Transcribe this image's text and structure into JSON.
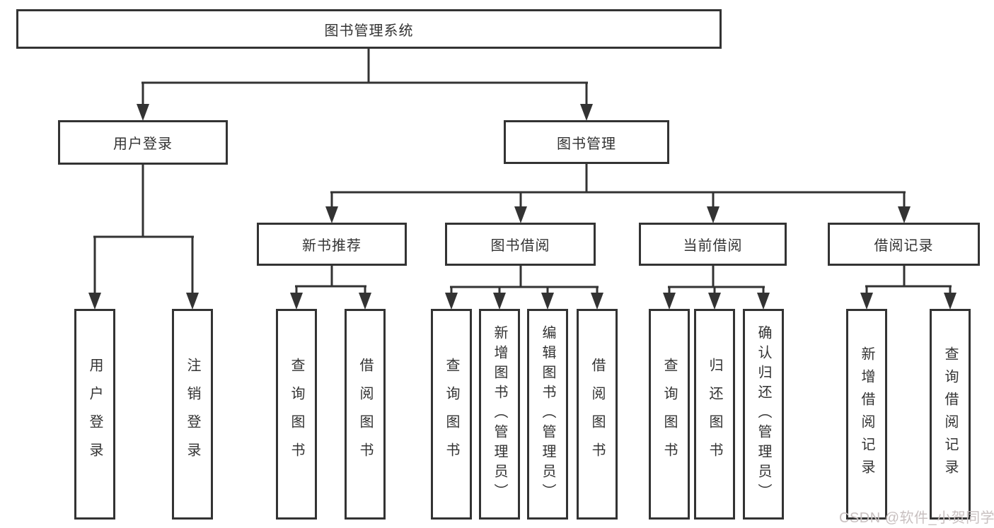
{
  "diagram": {
    "nodes": {
      "root": "图书管理系统",
      "user_login": "用户登录",
      "book_management": "图书管理",
      "new_book_rec": "新书推荐",
      "book_borrow": "图书借阅",
      "current_borrow": "当前借阅",
      "borrow_record": "借阅记录"
    },
    "leaves": {
      "login": "用户登录",
      "logout": "注销登录",
      "rec_query_books": "查询图书",
      "rec_borrow_books": "借阅图书",
      "bb_query_books": "查询图书",
      "bb_add_books": "新增图书（管理员）",
      "bb_edit_books": "编辑图书（管理员）",
      "bb_borrow_books": "借阅图书",
      "cb_query_books": "查询图书",
      "cb_return_books": "归还图书",
      "cb_confirm_return": "确认归还（管理员）",
      "br_add_record": "新增借阅记录",
      "br_query_record": "查询借阅记录"
    },
    "hierarchy": {
      "图书管理系统": {
        "用户登录": [
          "用户登录",
          "注销登录"
        ],
        "图书管理": {
          "新书推荐": [
            "查询图书",
            "借阅图书"
          ],
          "图书借阅": [
            "查询图书",
            "新增图书（管理员）",
            "编辑图书（管理员）",
            "借阅图书"
          ],
          "当前借阅": [
            "查询图书",
            "归还图书",
            "确认归还（管理员）"
          ],
          "借阅记录": [
            "新增借阅记录",
            "查询借阅记录"
          ]
        }
      }
    }
  },
  "watermark": "CSDN @软件_小贺同学",
  "colors": {
    "line": "#333333",
    "box_border": "#333333",
    "text": "#333333",
    "background": "#ffffff",
    "watermark_text": "#c8c0c0"
  }
}
